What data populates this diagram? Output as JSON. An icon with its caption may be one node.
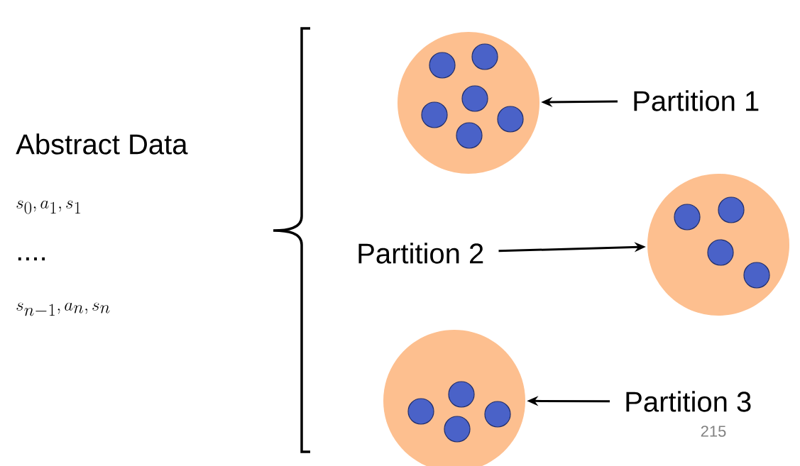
{
  "diagram": {
    "nodes": [
      {
        "text": [],
        "shape": "circle"
      },
      {
        "text": [
          "Partition 1"
        ]
      },
      {
        "text": [],
        "shape": "circle"
      },
      {
        "text": [
          "Partition 2"
        ]
      },
      {
        "text": [],
        "shape": "circle"
      },
      {
        "text": [
          "Partition 3"
        ]
      }
    ],
    "edges": [
      {
        "from": 1,
        "to": 0,
        "arrow": "to"
      },
      {
        "from": 3,
        "to": 2,
        "arrow": "to"
      },
      {
        "from": 5,
        "to": 4,
        "arrow": "to"
      }
    ],
    "labels": [
      "Abstract Data",
      "s_0, a_1, s_1",
      "....",
      "s_{n-1}, a_n, s_n",
      "215"
    ]
  }
}
